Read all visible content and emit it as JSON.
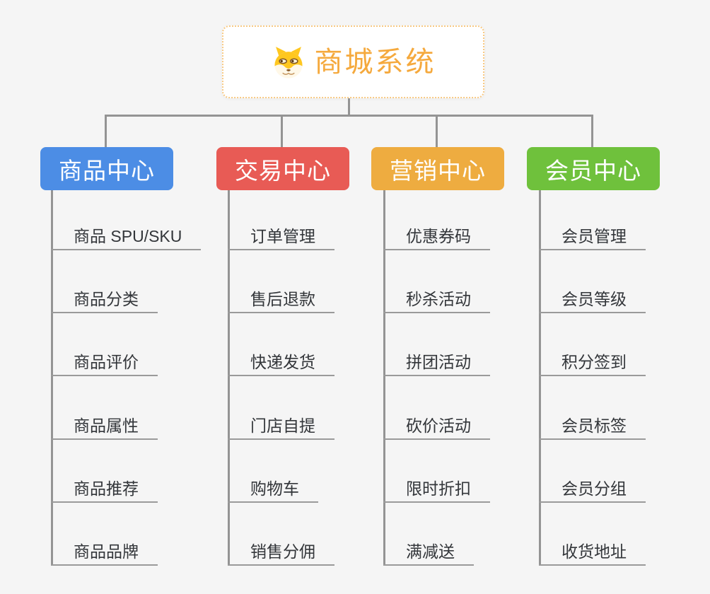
{
  "root": {
    "title": "商城系统",
    "icon": "dog-face-icon",
    "accent_color": "#F5A93D",
    "border_color": "#F8C983"
  },
  "branches": [
    {
      "label": "商品中心",
      "color": "#4C8DE5",
      "children": [
        "商品 SPU/SKU",
        "商品分类",
        "商品评价",
        "商品属性",
        "商品推荐",
        "商品品牌"
      ]
    },
    {
      "label": "交易中心",
      "color": "#E85B55",
      "children": [
        "订单管理",
        "售后退款",
        "快递发货",
        "门店自提",
        "购物车",
        "销售分佣"
      ]
    },
    {
      "label": "营销中心",
      "color": "#EEAC40",
      "children": [
        "优惠券码",
        "秒杀活动",
        "拼团活动",
        "砍价活动",
        "限时折扣",
        "满减送"
      ]
    },
    {
      "label": "会员中心",
      "color": "#6FC13C",
      "children": [
        "会员管理",
        "会员等级",
        "积分签到",
        "会员标签",
        "会员分组",
        "收货地址"
      ]
    }
  ],
  "colors": {
    "background": "#F5F5F5",
    "connector": "#949494",
    "underline": "#9A9A9A",
    "leaf_text": "#33363A"
  }
}
